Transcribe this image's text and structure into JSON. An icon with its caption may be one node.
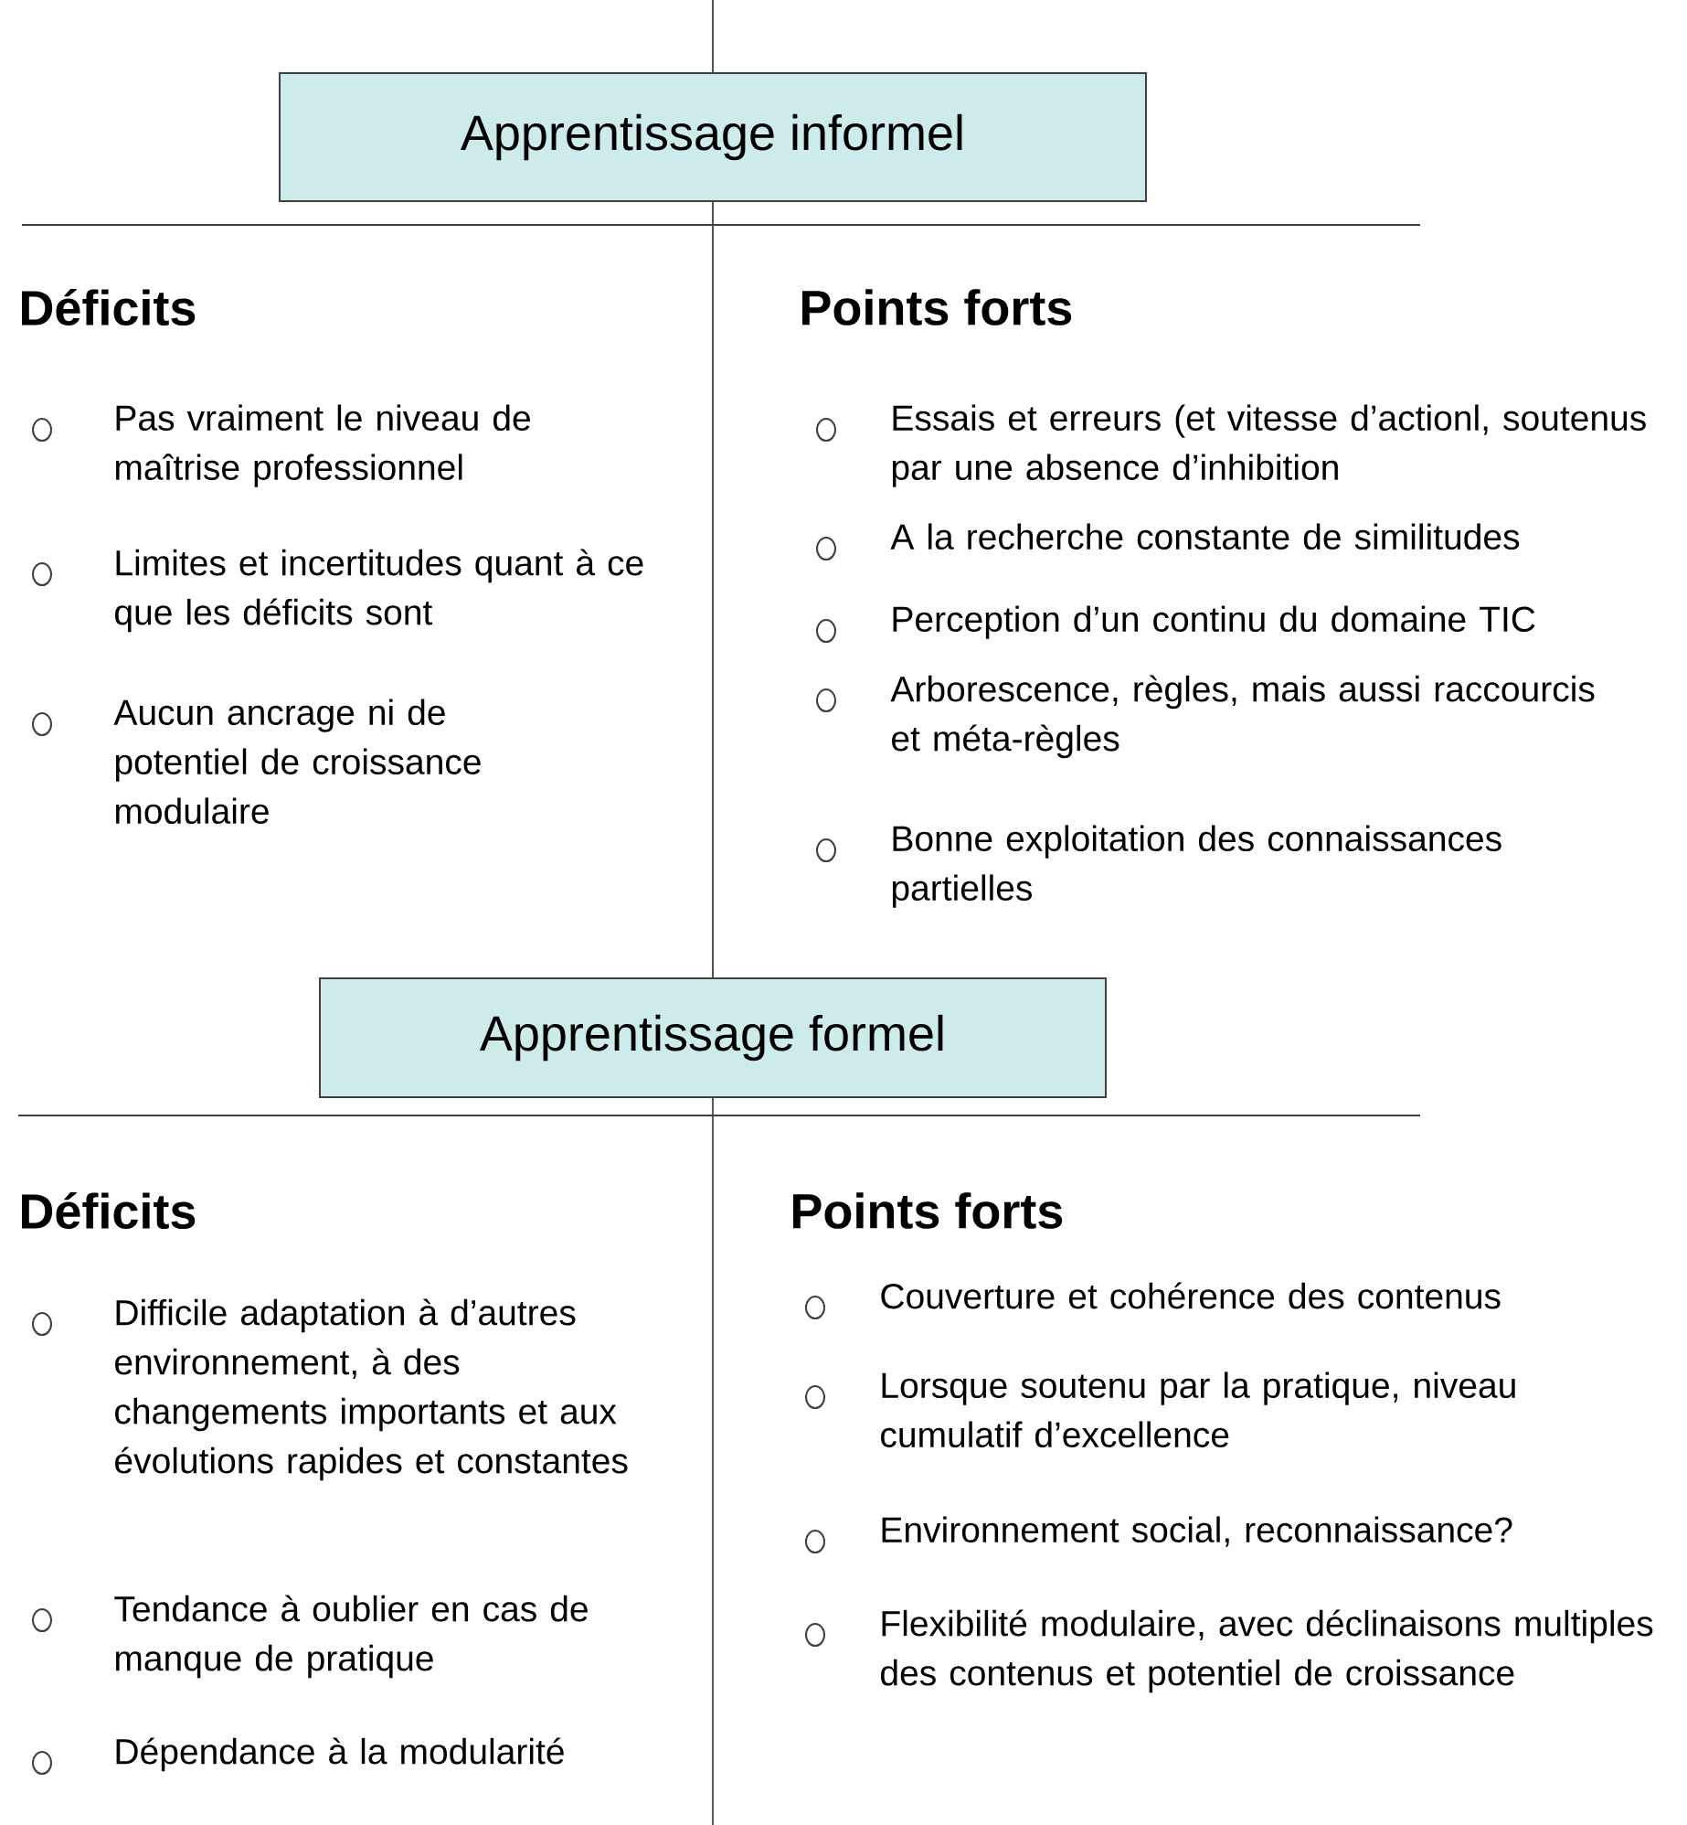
{
  "diagram": {
    "nodes": [
      {
        "text": [
          "Apprentissage informel"
        ]
      },
      {
        "text": [
          "Apprentissage formel"
        ]
      }
    ],
    "edges": [
      {
        "from": 0,
        "to": 1,
        "arrow": "none"
      }
    ],
    "labels": [
      "Déficits",
      "Points forts",
      "Pas vraiment le niveau de maîtrise professionnel",
      "Limites et incertitudes quant à ce que les déficits sont",
      "Aucun ancrage ni de potentiel de croissance modulaire",
      "Essais et erreurs (et vitesse d’actionl, soutenus par une absence d’inhibition",
      "A la recherche constante de similitudes",
      "Perception d’un continu du domaine TIC",
      "Arborescence, règles, mais aussi raccourcis et méta-règles",
      "Bonne exploitation des connaissances partielles",
      "Déficits",
      "Points forts",
      "Difficile adaptation à d’autres environnement, à des changements importants et aux évolutions rapides et constantes",
      "Tendance à oublier en cas de manque de pratique",
      "Dépendance à la modularité",
      "Couverture et cohérence des contenus",
      "Lorsque soutenu par la pratique, niveau cumulatif d’excellence",
      "Environnement social, reconnaissance?",
      "Flexibilité modulaire, avec déclinaisons multiples des contenus et potentiel de croissance"
    ]
  }
}
